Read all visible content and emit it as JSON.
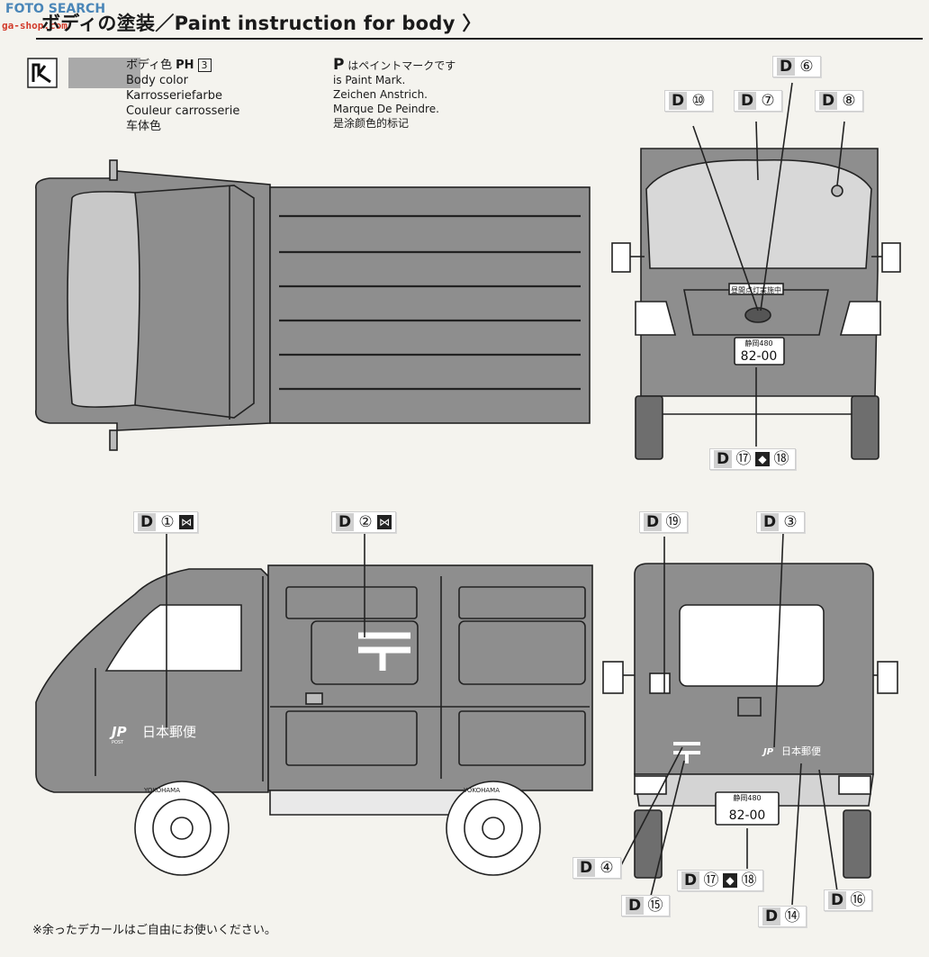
{
  "header": {
    "title": "ボディの塗装／Paint instruction for body 〉",
    "watermark_top": "FOTO SEARCH",
    "watermark_bottom": "ga-shop.com"
  },
  "legend": {
    "body_color_jp": "ボディ色",
    "paint_code_prefix": "PH",
    "paint_code_number": "3",
    "body_color_en": "Body color",
    "body_color_de": "Karrosseriefarbe",
    "body_color_fr": "Couleur carrosserie",
    "body_color_cn": "车体色",
    "swatch_color": "#a9a9a9",
    "paint_mark_symbol": "P",
    "paint_mark_jp": "はペイントマークです",
    "paint_mark_en": "is Paint Mark.",
    "paint_mark_de": "Zeichen Anstrich.",
    "paint_mark_fr": "Marque De Peindre.",
    "paint_mark_cn": "是涂颜色的标记"
  },
  "callouts": {
    "d_letter": "D",
    "front": {
      "n6": "⑥",
      "n10": "⑩",
      "n7": "⑦",
      "n8": "⑧",
      "n17": "⑰",
      "n18": "⑱"
    },
    "side": {
      "n1": "①",
      "n2": "②"
    },
    "rear": {
      "n19": "⑲",
      "n3": "③",
      "n4": "④",
      "n17": "⑰",
      "n18": "⑱",
      "n15": "⑮",
      "n14": "⑭",
      "n16": "⑯"
    }
  },
  "vehicle_text": {
    "front_banner": "昼間点灯実施中",
    "plate_region": "静岡480",
    "plate_number": "82-00",
    "brand_mark": "JP",
    "brand_name": "日本郵便",
    "brand_sub": "POST",
    "tire_brand": "YOKOHAMA"
  },
  "footnote": "※余ったデカールはご自由にお使いください。"
}
